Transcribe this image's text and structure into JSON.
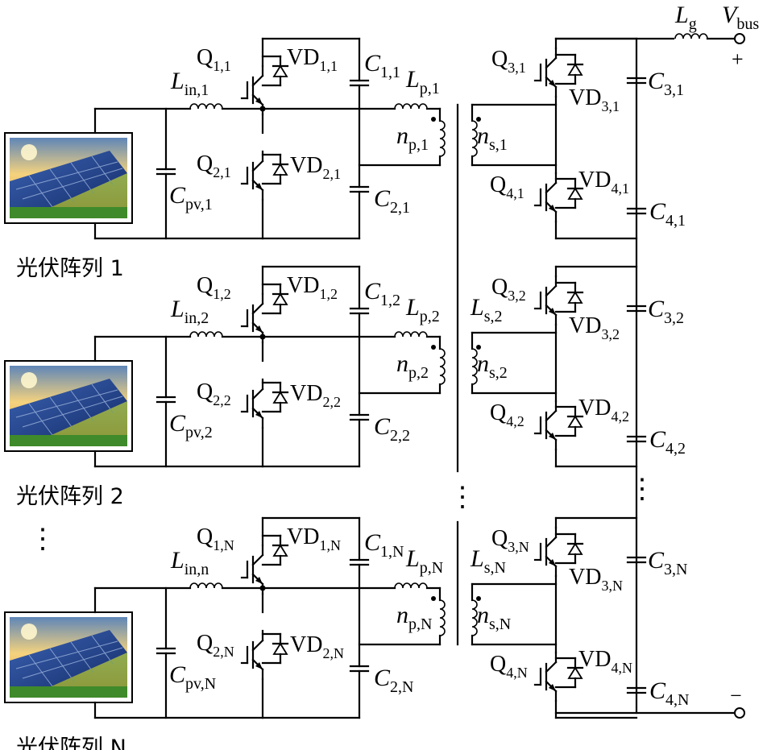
{
  "modules": [
    {
      "array_label": "光伏阵列 1",
      "Lin": {
        "main": "L",
        "sub": "in,1"
      },
      "Cpv": {
        "main": "C",
        "sub": "pv,1"
      },
      "Q1": {
        "main": "Q",
        "sub": "1,1"
      },
      "VD1": {
        "main": "VD",
        "sub": "1,1"
      },
      "C1": {
        "main": "C",
        "sub": "1,1"
      },
      "Q2": {
        "main": "Q",
        "sub": "2,1"
      },
      "VD2": {
        "main": "VD",
        "sub": "2,1"
      },
      "C2": {
        "main": "C",
        "sub": "2,1"
      },
      "Lp": {
        "main": "L",
        "sub": "p,1"
      },
      "np": {
        "main": "n",
        "sub": "p,1"
      },
      "Ls": {
        "main": "",
        "sub": ""
      },
      "ns": {
        "main": "n",
        "sub": "s,1"
      },
      "Q3": {
        "main": "Q",
        "sub": "3,1"
      },
      "VD3": {
        "main": "VD",
        "sub": "3,1"
      },
      "C3": {
        "main": "C",
        "sub": "3,1"
      },
      "Q4": {
        "main": "Q",
        "sub": "4,1"
      },
      "VD4": {
        "main": "VD",
        "sub": "4,1"
      },
      "C4": {
        "main": "C",
        "sub": "4,1"
      }
    },
    {
      "array_label": "光伏阵列 2",
      "Lin": {
        "main": "L",
        "sub": "in,2"
      },
      "Cpv": {
        "main": "C",
        "sub": "pv,2"
      },
      "Q1": {
        "main": "Q",
        "sub": "1,2"
      },
      "VD1": {
        "main": "VD",
        "sub": "1,2"
      },
      "C1": {
        "main": "C",
        "sub": "1,2"
      },
      "Q2": {
        "main": "Q",
        "sub": "2,2"
      },
      "VD2": {
        "main": "VD",
        "sub": "2,2"
      },
      "C2": {
        "main": "C",
        "sub": "2,2"
      },
      "Lp": {
        "main": "L",
        "sub": "p,2"
      },
      "np": {
        "main": "n",
        "sub": "p,2"
      },
      "Ls": {
        "main": "L",
        "sub": "s,2"
      },
      "ns": {
        "main": "n",
        "sub": "s,2"
      },
      "Q3": {
        "main": "Q",
        "sub": "3,2"
      },
      "VD3": {
        "main": "VD",
        "sub": "3,2"
      },
      "C3": {
        "main": "C",
        "sub": "3,2"
      },
      "Q4": {
        "main": "Q",
        "sub": "4,2"
      },
      "VD4": {
        "main": "VD",
        "sub": "4,2"
      },
      "C4": {
        "main": "C",
        "sub": "4,2"
      }
    },
    {
      "array_label": "光伏阵列 N",
      "Lin": {
        "main": "L",
        "sub": "in,n"
      },
      "Cpv": {
        "main": "C",
        "sub": "pv,N"
      },
      "Q1": {
        "main": "Q",
        "sub": "1,N"
      },
      "VD1": {
        "main": "VD",
        "sub": "1,N"
      },
      "C1": {
        "main": "C",
        "sub": "1,N"
      },
      "Q2": {
        "main": "Q",
        "sub": "2,N"
      },
      "VD2": {
        "main": "VD",
        "sub": "2,N"
      },
      "C2": {
        "main": "C",
        "sub": "2,N"
      },
      "Lp": {
        "main": "L",
        "sub": "p,N"
      },
      "np": {
        "main": "n",
        "sub": "p,N"
      },
      "Ls": {
        "main": "L",
        "sub": "s,N"
      },
      "ns": {
        "main": "n",
        "sub": "s,N"
      },
      "Q3": {
        "main": "Q",
        "sub": "3,N"
      },
      "VD3": {
        "main": "VD",
        "sub": "3,N"
      },
      "C3": {
        "main": "C",
        "sub": "3,N"
      },
      "Q4": {
        "main": "Q",
        "sub": "4,N"
      },
      "VD4": {
        "main": "VD",
        "sub": "4,N"
      },
      "C4": {
        "main": "C",
        "sub": "4,N"
      }
    }
  ],
  "output": {
    "Lg": {
      "main": "L",
      "sub": "g"
    },
    "Vbus": {
      "main": "V",
      "sub": "bus"
    },
    "plus": "+",
    "minus": "−"
  },
  "ellipsis": "⋮",
  "colors": {
    "wire": "#000000",
    "sky": "#f2c56b",
    "panel": "#1e3f8a",
    "grass": "#3f8a2a"
  }
}
